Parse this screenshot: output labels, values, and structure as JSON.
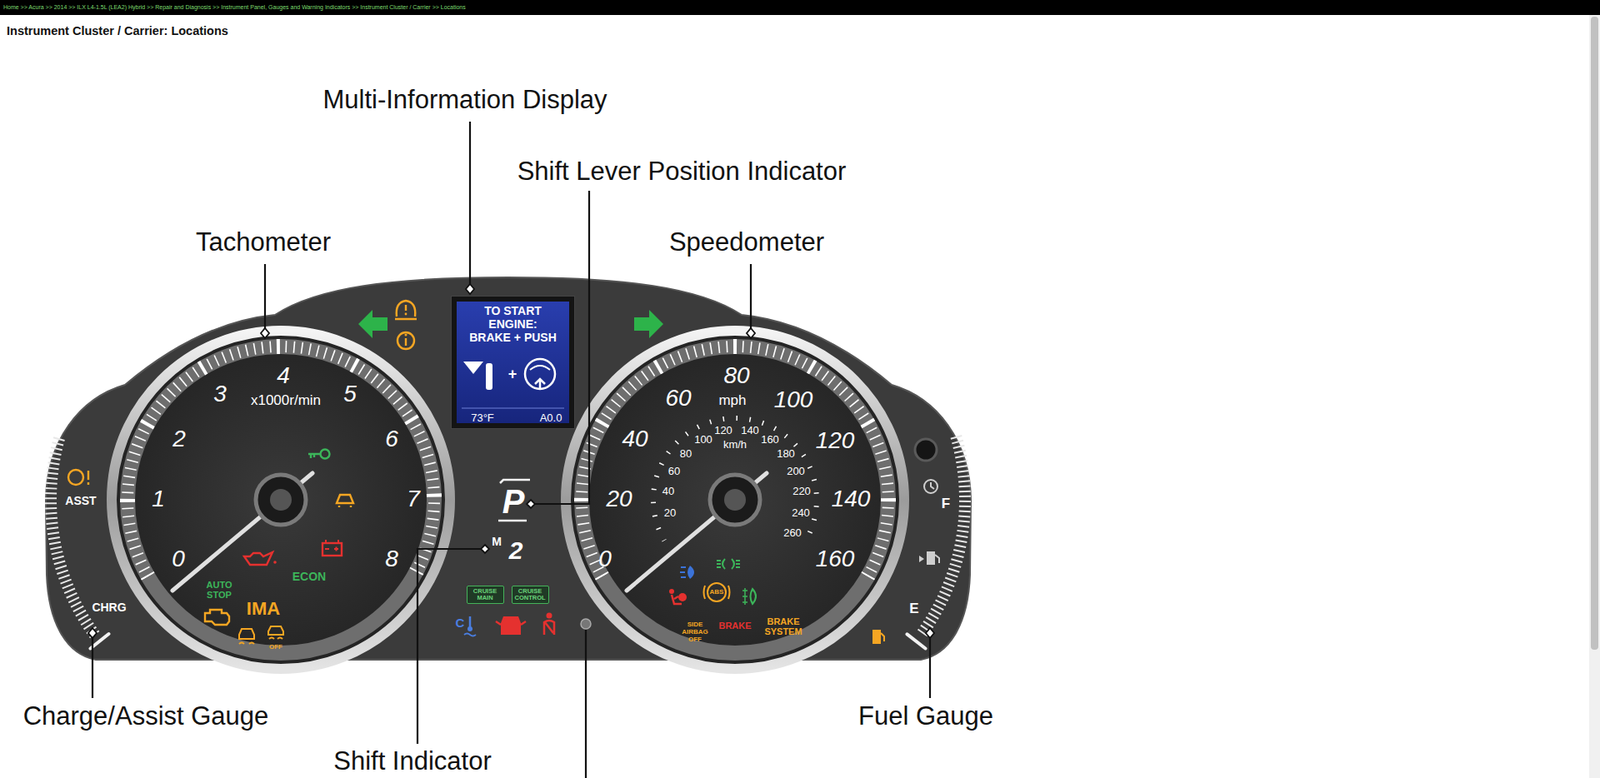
{
  "diagram": {
    "title": "Instrument Cluster / Carrier: Locations",
    "nodes": [
      {
        "text": [
          "TO START ENGINE: BRAKE + PUSH",
          "+",
          "73°F",
          "A0.0"
        ]
      },
      {
        "text": [
          "CRUISE MAIN"
        ]
      },
      {
        "text": [
          "CRUISE CONTROL"
        ]
      }
    ],
    "labels": [
      "Home >> Acura >> 2014 >> ILX L4-1.5L (LEA2) Hybrid >> Repair and Diagnosis >> Instrument Panel, Gauges and Warning Indicators >> Instrument Cluster / Carrier >> Locations",
      "Multi-Information Display",
      "Shift Lever Position Indicator",
      "Tachometer",
      "Speedometer",
      "Charge/Assist Gauge",
      "Fuel Gauge",
      "Shift Indicator",
      "0",
      "1",
      "2",
      "3",
      "4",
      "5",
      "6",
      "7",
      "8",
      "x1000r/min",
      "0",
      "20",
      "40",
      "60",
      "80",
      "100",
      "120",
      "140",
      "160",
      "mph",
      "km/h",
      "20",
      "40",
      "60",
      "80",
      "100",
      "120",
      "140",
      "160",
      "180",
      "200",
      "220",
      "240",
      "260",
      "ASST",
      "CHRG",
      "AUTO STOP",
      "ECON",
      "IMA",
      "OFF",
      "P",
      "M",
      "2",
      "C",
      "ABS",
      "SIDE AIRBAG OFF",
      "BRAKE",
      "BRAKE SYSTEM",
      "F",
      "E"
    ]
  }
}
